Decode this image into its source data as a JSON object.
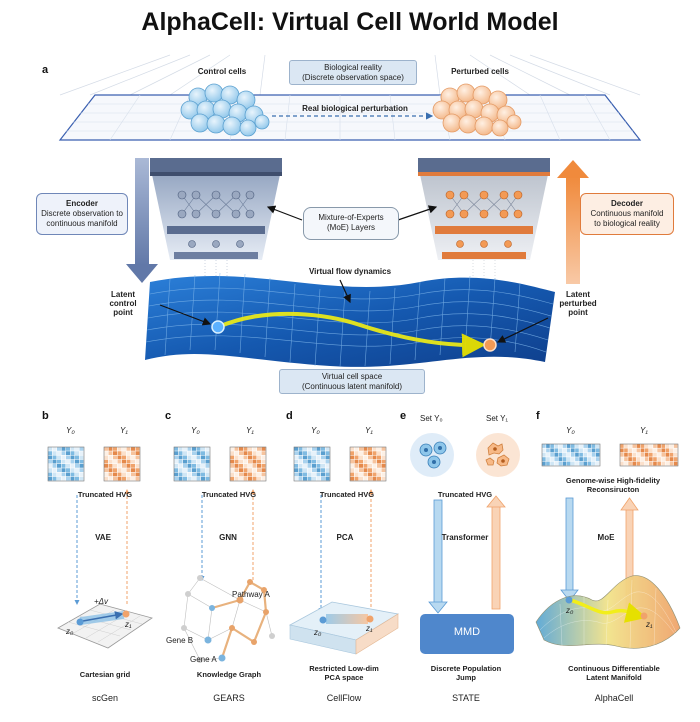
{
  "title": "AlphaCell: Virtual Cell World Model",
  "panel_a": {
    "label": "a",
    "control_cells": "Control cells",
    "perturbed_cells": "Perturbed cells",
    "bio_reality_line1": "Biological reality",
    "bio_reality_line2": "(Discrete observation space)",
    "real_perturbation": "Real biological perturbation",
    "encoder_title": "Encoder",
    "encoder_line1": "Discrete observation to",
    "encoder_line2": "continuous manifold",
    "decoder_title": "Decoder",
    "decoder_line1": "Continuous manifold",
    "decoder_line2": "to biological reality",
    "moe_line1": "Mixture-of-Experts",
    "moe_line2": "(MoE) Layers",
    "virtual_flow": "Virtual flow dynamics",
    "latent_control_1": "Latent",
    "latent_control_2": "control",
    "latent_control_3": "point",
    "latent_perturbed_1": "Latent",
    "latent_perturbed_2": "perturbed",
    "latent_perturbed_3": "point",
    "virtual_space_line1": "Virtual cell space",
    "virtual_space_line2": "(Continuous latent manifold)"
  },
  "panels": [
    {
      "label": "b",
      "top_caption": "Truncated HVG",
      "op": "VAE",
      "bottom_caption_1": "Cartesian grid",
      "bottom_caption_2": "",
      "method": "scGen"
    },
    {
      "label": "c",
      "top_caption": "Truncated HVG",
      "op": "GNN",
      "bottom_caption_1": "Knowledge Graph",
      "bottom_caption_2": "",
      "method": "GEARS"
    },
    {
      "label": "d",
      "top_caption": "Truncated HVG",
      "op": "PCA",
      "bottom_caption_1": "Restricted Low-dim",
      "bottom_caption_2": "PCA space",
      "method": "CellFlow"
    },
    {
      "label": "e",
      "top_caption": "Truncated HVG",
      "op": "Transformer",
      "bottom_caption_1": "Discrete Population",
      "bottom_caption_2": "Jump",
      "method": "STATE"
    },
    {
      "label": "f",
      "top_caption": "Genome-wise High-fidelity Reconsiructon",
      "op": "MoE",
      "bottom_caption_1": "Continuous Differentiable",
      "bottom_caption_2": "Latent Manifold",
      "method": "AlphaCell"
    }
  ],
  "symbols": {
    "y0": "Y₀",
    "y1": "Y₁",
    "set_y0": "Set Y₀",
    "set_y1": "Set Y₁",
    "z0": "z₀",
    "z1": "z₁",
    "delta_v": "+Δv",
    "mmd": "MMD",
    "pathway": "Pathway A",
    "gene_b": "Gene B",
    "gene_a": "Gene A"
  },
  "colors": {
    "blue": "#5b9bd5",
    "orange": "#f0a36b",
    "manifold": "#1a5fb4",
    "flow": "#e8e81a"
  }
}
